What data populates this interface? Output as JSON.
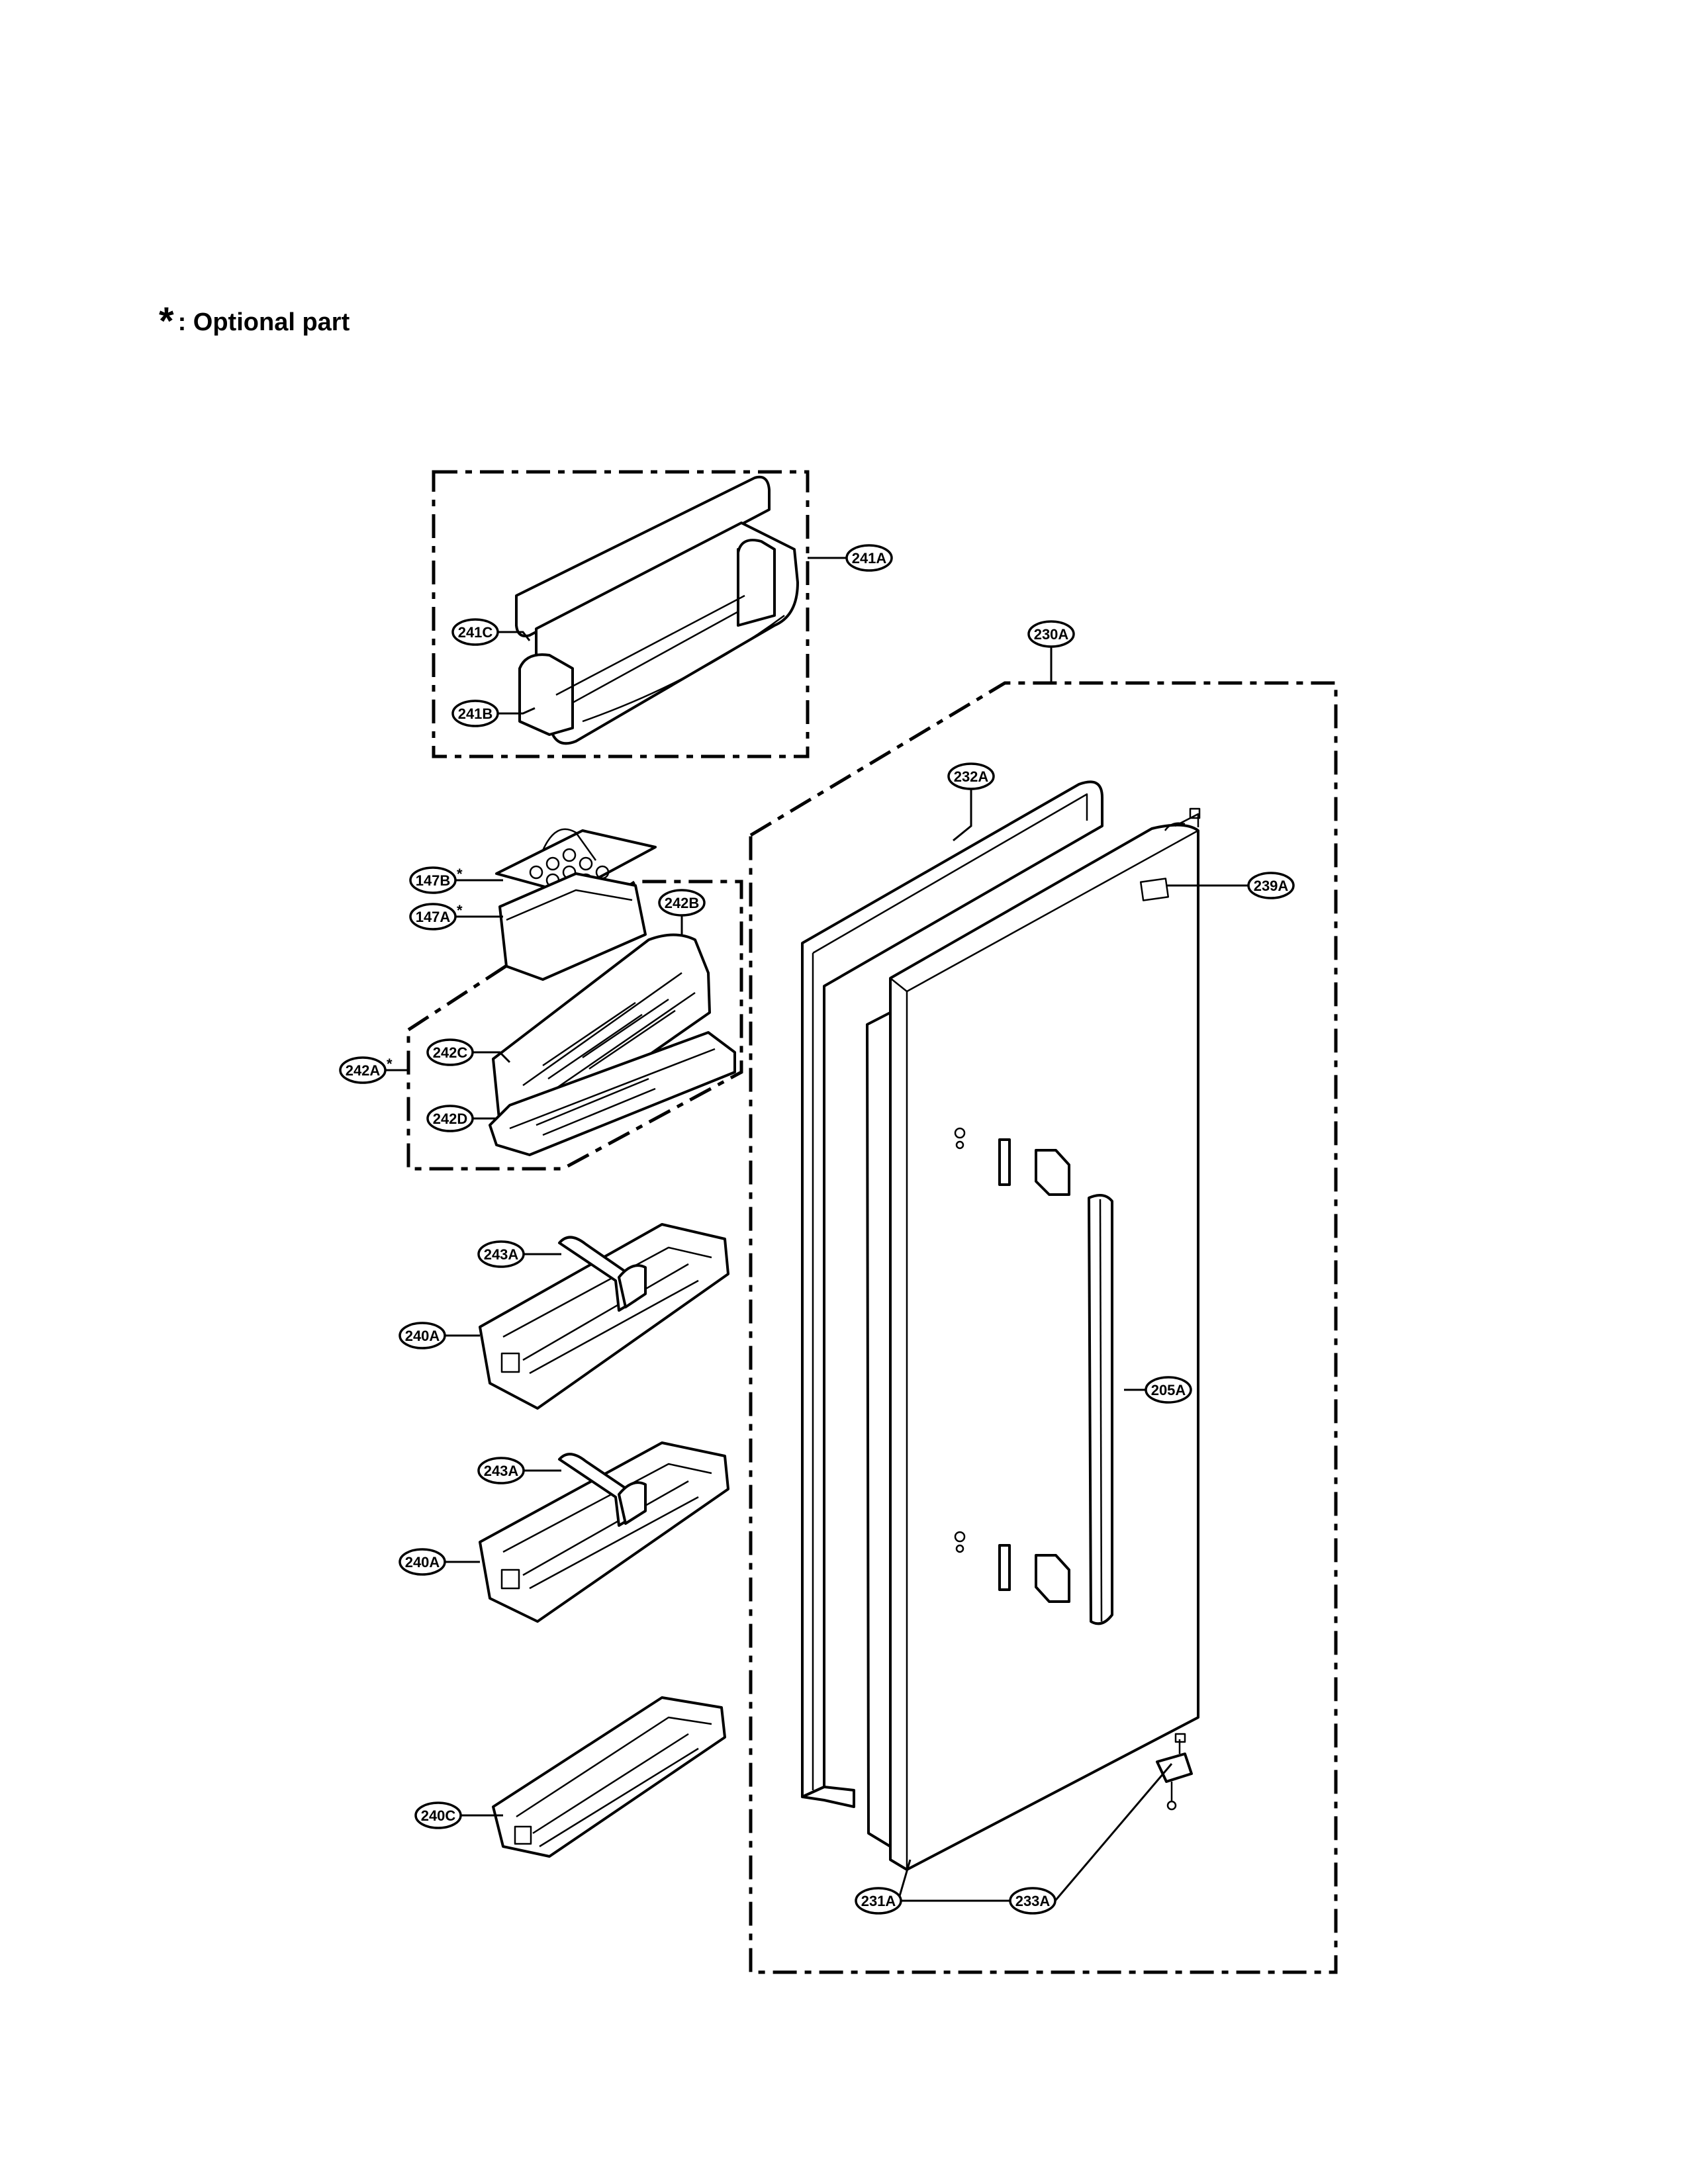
{
  "legend": {
    "symbol": "*",
    "text": ": Optional part"
  },
  "callouts": [
    {
      "id": "241A",
      "optional": false
    },
    {
      "id": "241C",
      "optional": false
    },
    {
      "id": "241B",
      "optional": false
    },
    {
      "id": "230A",
      "optional": false
    },
    {
      "id": "232A",
      "optional": false
    },
    {
      "id": "239A",
      "optional": false
    },
    {
      "id": "147B",
      "optional": true
    },
    {
      "id": "147A",
      "optional": true
    },
    {
      "id": "242B",
      "optional": false
    },
    {
      "id": "242C",
      "optional": false
    },
    {
      "id": "242A",
      "optional": true
    },
    {
      "id": "242D",
      "optional": false
    },
    {
      "id": "243A",
      "optional": false
    },
    {
      "id": "240A",
      "optional": false
    },
    {
      "id": "205A",
      "optional": false
    },
    {
      "id": "243A",
      "optional": false
    },
    {
      "id": "240A",
      "optional": false
    },
    {
      "id": "240C",
      "optional": false
    },
    {
      "id": "231A",
      "optional": false
    },
    {
      "id": "233A",
      "optional": false
    }
  ]
}
